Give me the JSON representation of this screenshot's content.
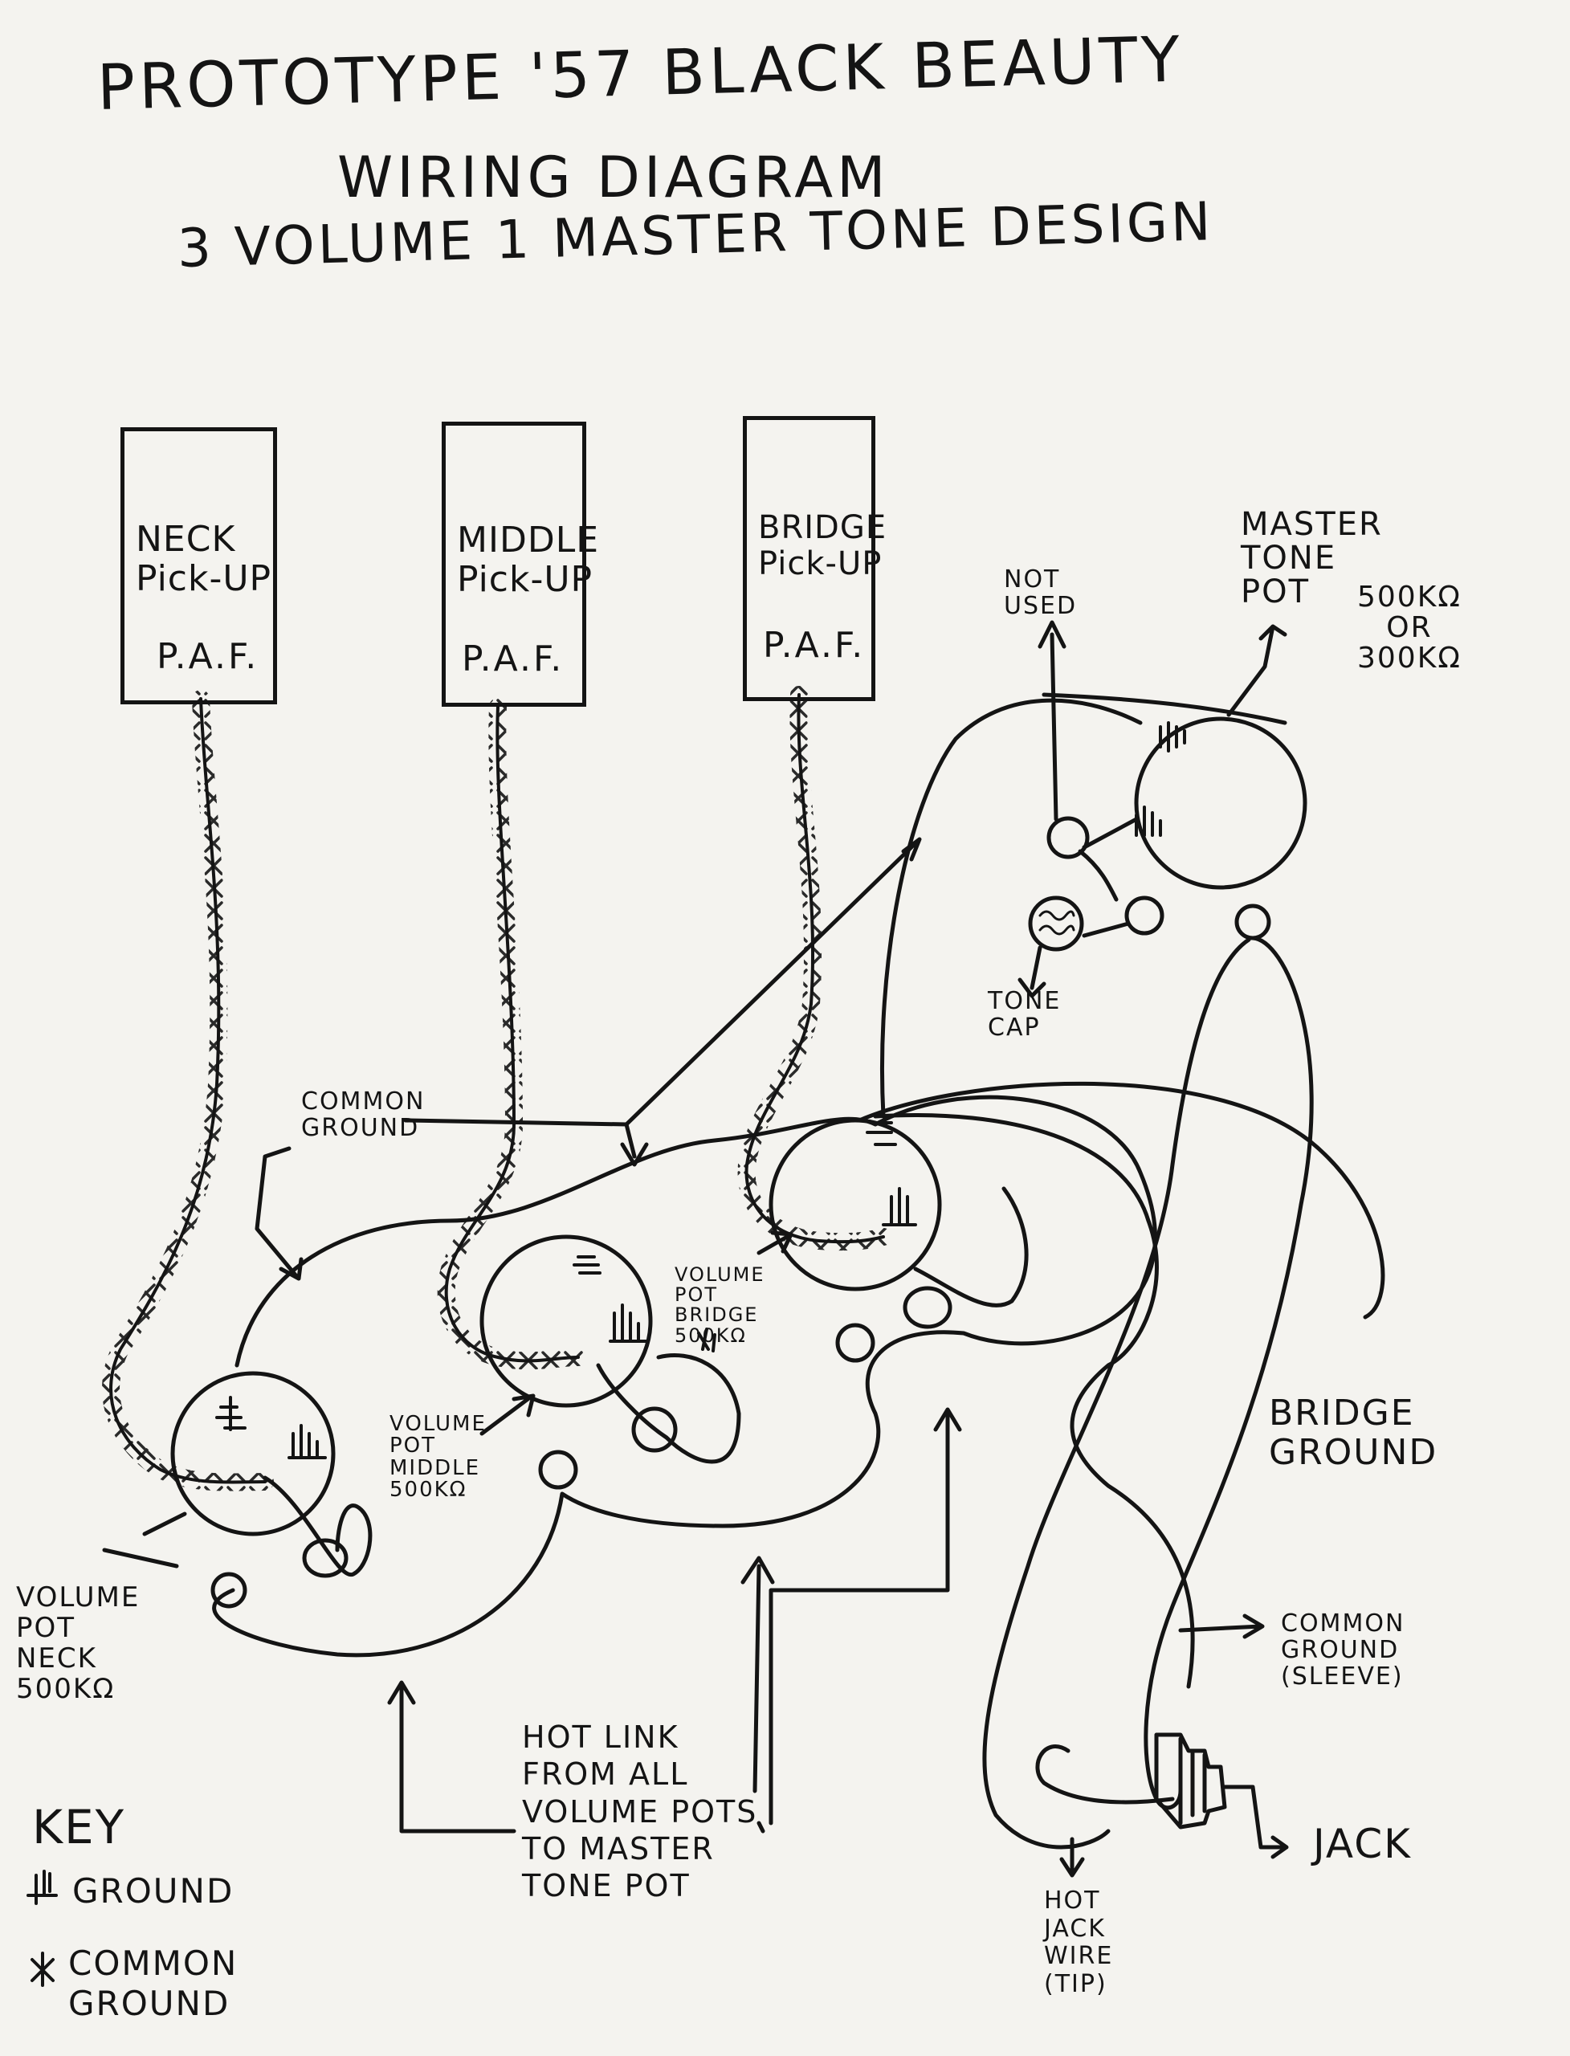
{
  "title": {
    "line1": "PROTOTYPE '57 BLACK BEAUTY",
    "line2": "WIRING DIAGRAM",
    "line3": "3 VOLUME 1 MASTER TONE DESIGN"
  },
  "pickups": {
    "neck": {
      "name": "NECK\nPick-UP",
      "type": "P.A.F."
    },
    "middle": {
      "name": "MIDDLE\nPick-UP",
      "type": "P.A.F."
    },
    "bridge": {
      "name": "BRIDGE\nPick-UP",
      "type": "P.A.F."
    }
  },
  "labels": {
    "not_used": "NOT\nUSED",
    "master_tone": "MASTER\nTONE\nPOT",
    "master_tone_values": "500KΩ\nOR\n300KΩ",
    "tone_cap": "TONE\nCAP",
    "common_ground": "COMMON\nGROUND",
    "volume_pot_bridge": "VOLUME\nPOT\nBRIDGE\n500KΩ",
    "volume_pot_middle": "VOLUME\nPOT\nMIDDLE\n500KΩ",
    "volume_pot_neck": "VOLUME\nPOT\nNECK\n500KΩ",
    "bridge_ground": "BRIDGE\nGROUND",
    "common_ground_sleeve": "COMMON\nGROUND\n(SLEEVE)",
    "jack": "JACK",
    "hot_jack_wire": "HOT\nJACK\nWIRE\n(TIP)",
    "hot_link": "HOT LINK\nFROM ALL\nVOLUME POTS\nTO MASTER\nTONE POT"
  },
  "key": {
    "heading": "KEY",
    "ground": "GROUND",
    "common_ground": "COMMON\nGROUND"
  }
}
